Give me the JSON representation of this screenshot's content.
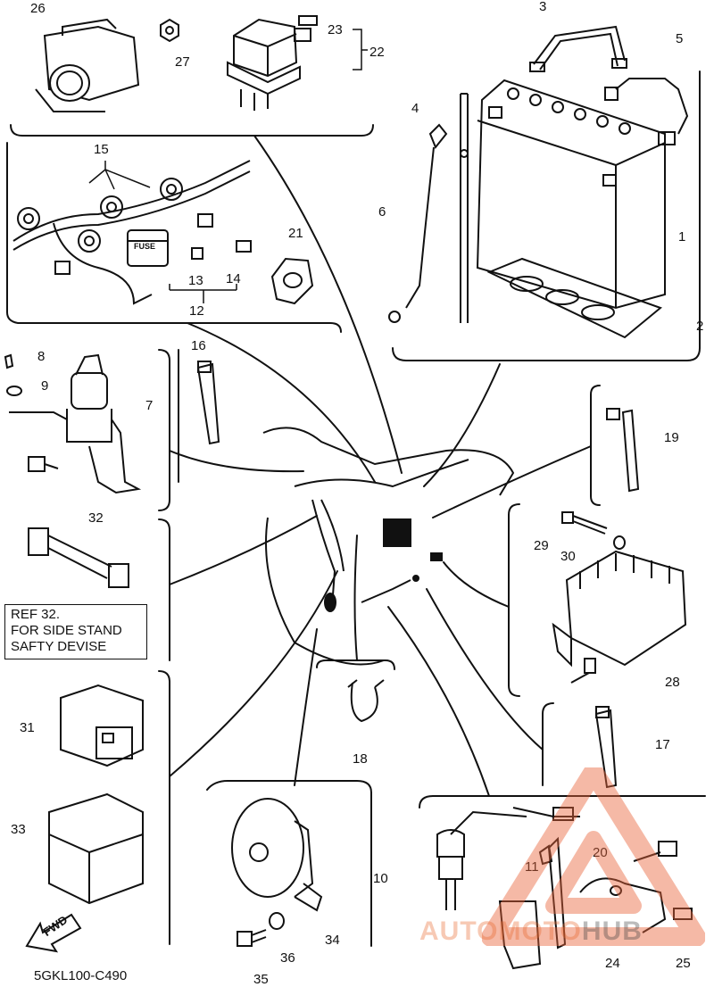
{
  "callouts": [
    "1",
    "2",
    "3",
    "4",
    "5",
    "6",
    "7",
    "8",
    "9",
    "10",
    "11",
    "12",
    "13",
    "14",
    "15",
    "16",
    "17",
    "18",
    "19",
    "20",
    "21",
    "22",
    "23",
    "24",
    "25",
    "26",
    "27",
    "28",
    "29",
    "30",
    "31",
    "32",
    "33",
    "34",
    "35",
    "36"
  ],
  "ref_note": [
    "REF 32.",
    "FOR SIDE STAND",
    "SAFTY DEVISE"
  ],
  "diagram_code": "5GKL100-C490",
  "fwd_label": "FWD",
  "fuse_label": "FUSE",
  "watermark": {
    "main": "AUTOMOTO",
    "hub": "HUB"
  },
  "colors": {
    "line": "#111111",
    "watermark": "#e8643a"
  }
}
